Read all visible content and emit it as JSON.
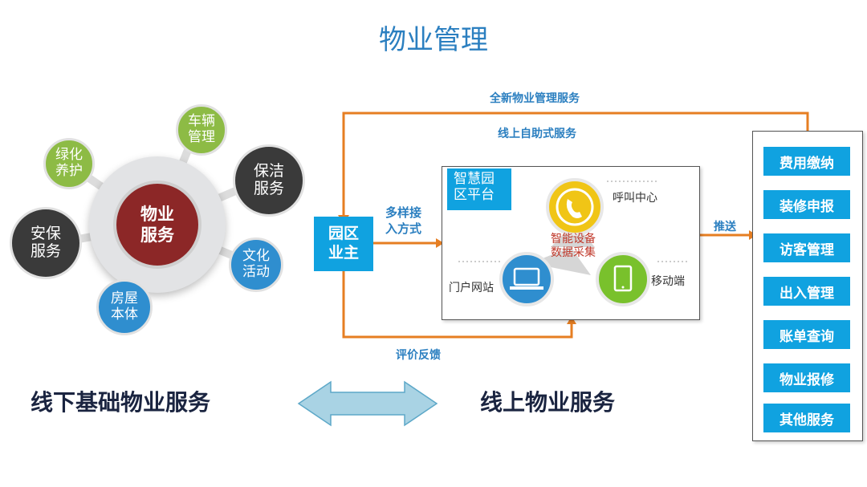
{
  "title": "物业管理",
  "offline": {
    "hub": "物业\n服务",
    "satellites": {
      "vehicle": "车辆\n管理",
      "greening": "绿化\n养护",
      "cleaning": "保洁\n服务",
      "security": "安保\n服务",
      "culture": "文化\n活动",
      "housing": "房屋\n本体"
    },
    "caption": "线下基础物业服务"
  },
  "online": {
    "caption": "线上物业服务",
    "owner": "园区\n业主",
    "platform": "智慧园\n区平台",
    "center_label": "智能设备\n数据采集",
    "call_center": "呼叫中心",
    "portal": "门户网站",
    "mobile": "移动端",
    "arrows": {
      "new_service": "全新物业管理服务",
      "self_service": "线上自助式服务",
      "access": "多样接\n入方式",
      "push": "推送",
      "feedback": "评价反馈"
    },
    "services": [
      "费用缴纳",
      "装修申报",
      "访客管理",
      "出入管理",
      "账单查询",
      "物业报修",
      "其他服务"
    ]
  },
  "colors": {
    "accent": "#2b7fc0",
    "orange": "#e67e22",
    "service_blue": "#10a2e0",
    "hub_red": "#8c2727"
  }
}
